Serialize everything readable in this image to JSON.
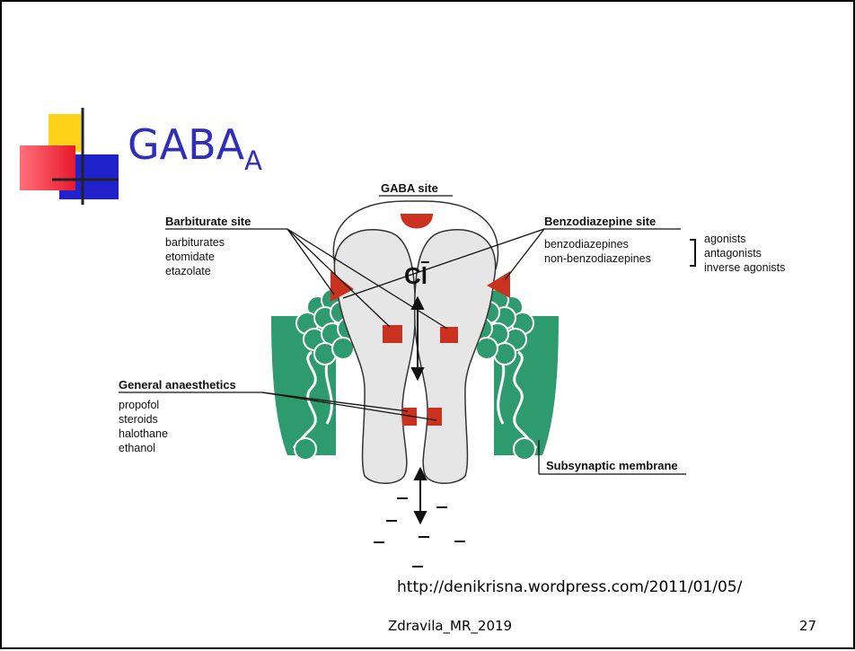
{
  "slide": {
    "title_main": "GABA",
    "title_sub": "A",
    "source_url": "http://denikrisna.wordpress.com/2011/01/05/",
    "footer": "Zdravila_MR_2019",
    "page_number": "27"
  },
  "diagram": {
    "gaba_site": "GABA site",
    "barbiturate": {
      "heading": "Barbiturate site",
      "items": [
        "barbiturates",
        "etomidate",
        "etazolate"
      ]
    },
    "benzodiazepine": {
      "heading": "Benzodiazepine site",
      "items": [
        "benzodiazepines",
        "non-benzodiazepines"
      ],
      "effects": [
        "agonists",
        "antagonists",
        "inverse agonists"
      ]
    },
    "general_anaesthetics": {
      "heading": "General anaesthetics",
      "items": [
        "propofol",
        "steroids",
        "halothane",
        "ethanol"
      ]
    },
    "ion_label": "Cl",
    "ion_charge": "−",
    "membrane_label": "Subsynaptic membrane"
  },
  "colors": {
    "title": "#2f2fb8",
    "binding_site": "#c8321e",
    "membrane": "#2e9b6e",
    "channel": "#e6e6e6"
  }
}
